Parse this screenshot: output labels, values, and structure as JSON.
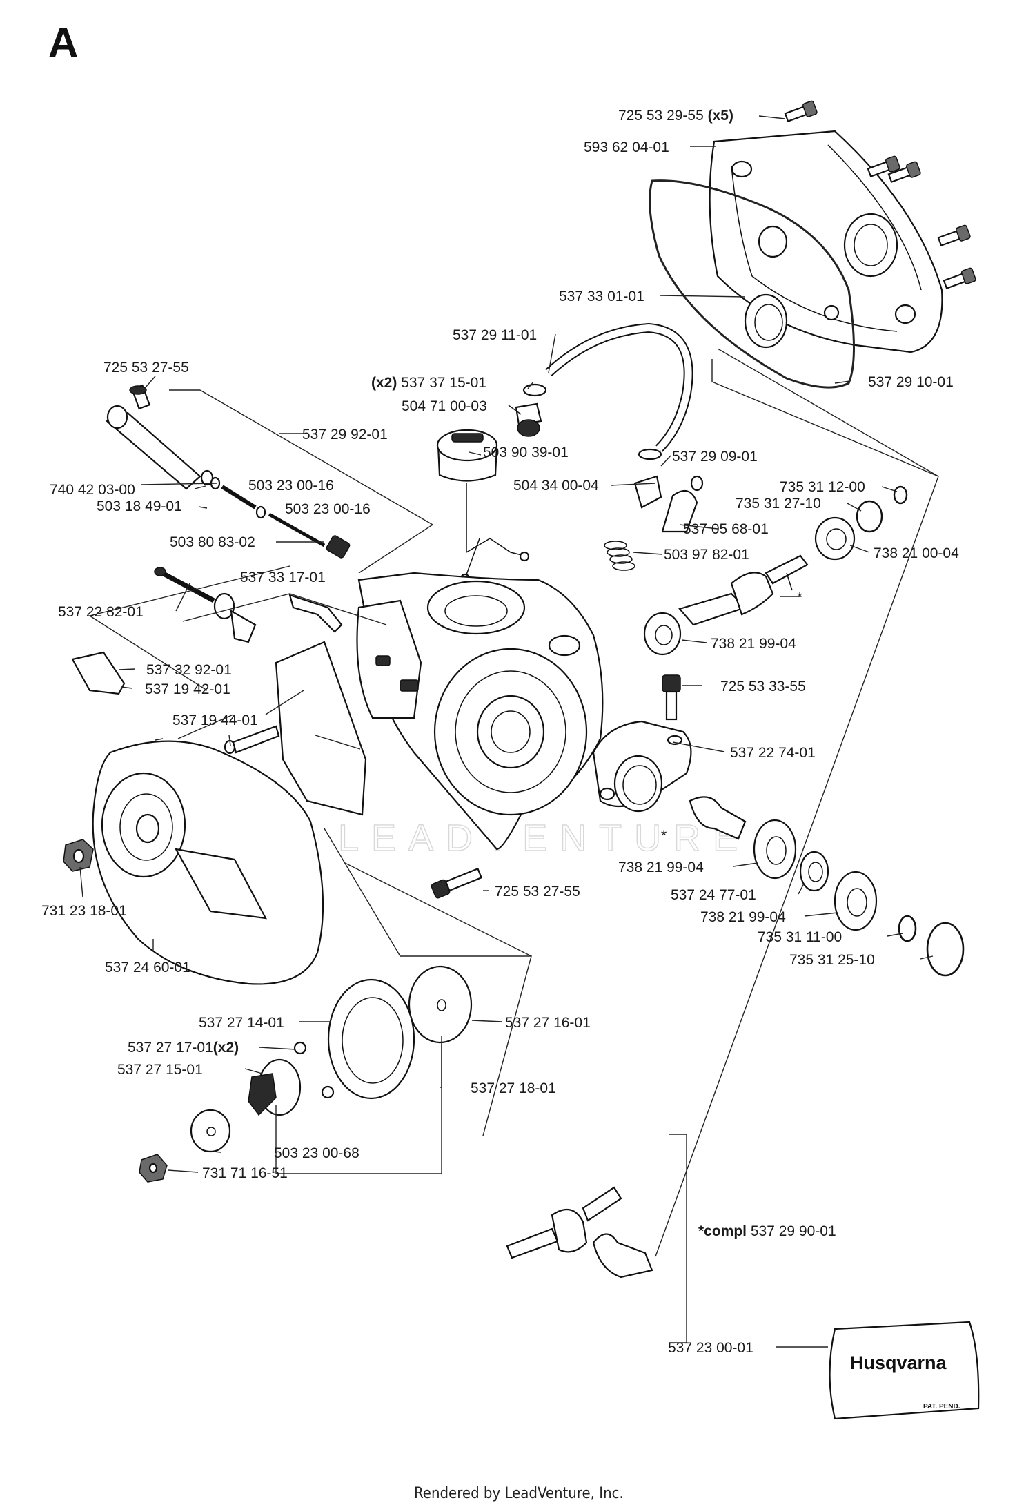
{
  "sheet_letter": "A",
  "footer": "Rendered by LeadVenture, Inc.",
  "watermark": "LEADVENTURE",
  "logo": {
    "brand": "Husqvarna",
    "note": "PAT. PEND."
  },
  "labels": {
    "p725532955": {
      "num": "725 53 29-55",
      "qty": "(x5)"
    },
    "p593620401": "593 62 04-01",
    "p537330101": "537 33 01-01",
    "p537291101": "537 29 11-01",
    "p537371501": {
      "qty": "(x2)",
      "num": "537 37 15-01"
    },
    "p504710003": "504 71 00-03",
    "p537291001": "537 29 10-01",
    "p725532755a": "725 53 27-55",
    "p537299201": "537 29 92-01",
    "p503903901": "503 90 39-01",
    "p537290901": "537 29 09-01",
    "p740420300": "740 42 03-00",
    "p503230016a": "503 23 00-16",
    "p503184901": "503 18 49-01",
    "p503230016b": "503 23 00-16",
    "p504340004": "504 34 00-04",
    "p735311200": "735 31 12-00",
    "p735312710": "735 31 27-10",
    "p537056801": "537 05 68-01",
    "p503808302": "503 80 83-02",
    "p503978201": "503 97 82-01",
    "p738210004": "738 21 00-04",
    "p537331701": "537 33 17-01",
    "p537228201": "537 22 82-01",
    "star1": "*",
    "p738219904a": "738 21 99-04",
    "p537329201": "537 32 92-01",
    "p537194201": "537 19 42-01",
    "p725533355": "725 53 33-55",
    "p537194401": "537 19 44-01",
    "p537227401": "537 22 74-01",
    "star2": "*",
    "p738219904b": "738 21 99-04",
    "p725532755b": "725 53 27-55",
    "p537247701": "537 24 77-01",
    "p731231801": "731 23 18-01",
    "p738219904c": "738 21 99-04",
    "p735311100": "735 31 11-00",
    "p735312510": "735 31 25-10",
    "p537246001": "537 24 60-01",
    "p537271401": "537 27 14-01",
    "p537271601": "537 27 16-01",
    "p537271701": {
      "num": "537 27 17-01",
      "qty": "(x2)"
    },
    "p537271501": "537 27 15-01",
    "p537271801": "537 27 18-01",
    "p503230068": "503 23 00-68",
    "p731711651": "731 71 16-51",
    "p537299001": {
      "prefix": "*compl",
      "num": "537 29 90-01"
    },
    "p537230001": "537 23 00-01"
  }
}
